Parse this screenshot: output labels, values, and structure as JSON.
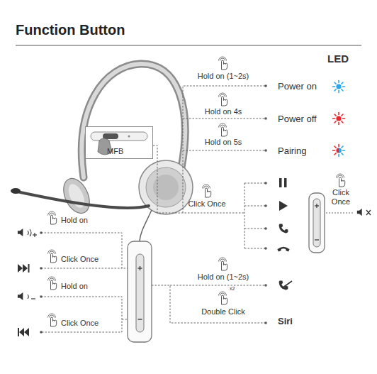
{
  "diagram": {
    "title": "Function Button",
    "nodes": [
      {
        "text": [
          "MFB"
        ]
      }
    ],
    "labels": [
      "LED",
      "Hold on (1~2s)",
      "Power on",
      "Hold on 4s",
      "Power off",
      "Hold on 5s",
      "Pairing",
      "Click Once",
      "Click Once",
      "Hold on",
      "Click Once",
      "Hold on",
      "Click Once",
      "Hold on (1~2s)",
      "x2",
      "Double Click",
      "Siri"
    ]
  }
}
